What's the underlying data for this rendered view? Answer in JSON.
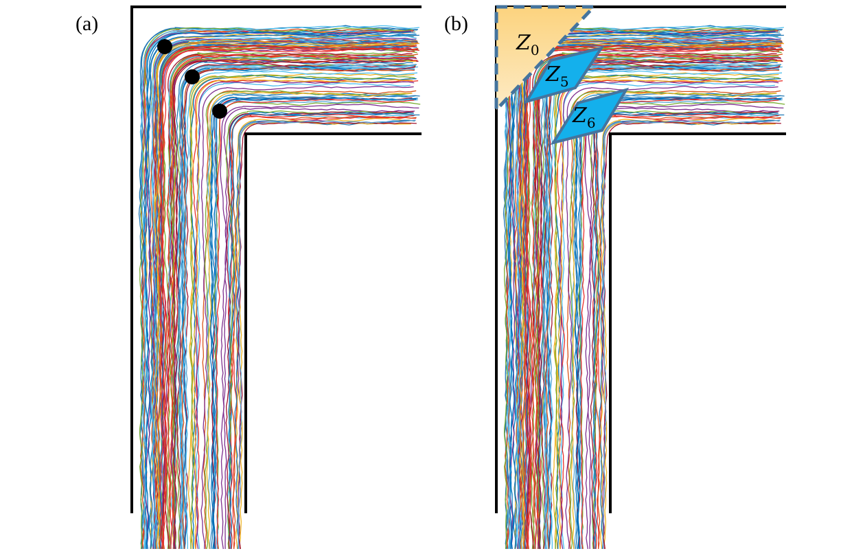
{
  "panels": [
    {
      "label": "(a)",
      "pedestrians_marked": 3
    },
    {
      "label": "(b)",
      "zones": [
        {
          "name": "Z",
          "sub": "0",
          "fill": "#fcd88e"
        },
        {
          "name": "Z",
          "sub": "5",
          "fill": "#14b0ec"
        },
        {
          "name": "Z",
          "sub": "6",
          "fill": "#14b0ec"
        }
      ]
    }
  ],
  "colors": {
    "wall": "#000000",
    "zone_border": "#44749e",
    "trajectories": [
      "#0072bd",
      "#d95319",
      "#edb120",
      "#7e2f8e",
      "#77ac30",
      "#4dbeee",
      "#a2142f",
      "#1f77b4",
      "#e8312d",
      "#5aa7d6"
    ]
  }
}
